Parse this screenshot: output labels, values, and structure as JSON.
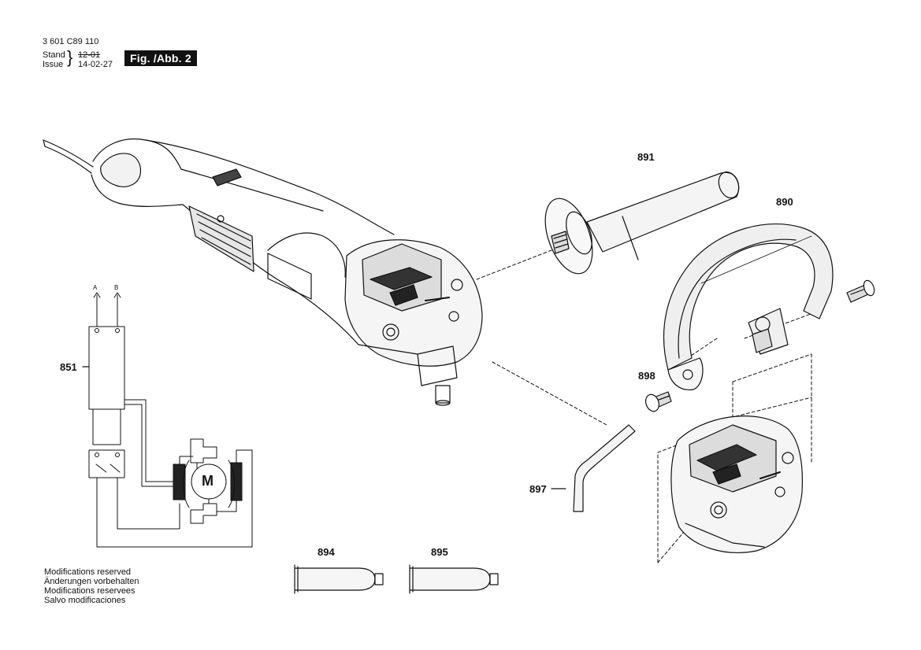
{
  "header": {
    "doc_number": "3 601 C89 110",
    "stand_label": "Stand",
    "issue_label": "Issue",
    "old_date": "12-01",
    "new_date": "14-02-27",
    "figure_label": "Fig. /Abb. 2"
  },
  "wiring": {
    "terminal_a": "A",
    "terminal_b": "B",
    "motor_label": "M"
  },
  "parts": {
    "p851": "851",
    "p890": "890",
    "p891": "891",
    "p894": "894",
    "p895": "895",
    "p897": "897",
    "p898": "898"
  },
  "notes": [
    "Modifications reserved",
    "Änderungen vorbehalten",
    "Modifications reservees",
    "Salvo modificaciones"
  ]
}
